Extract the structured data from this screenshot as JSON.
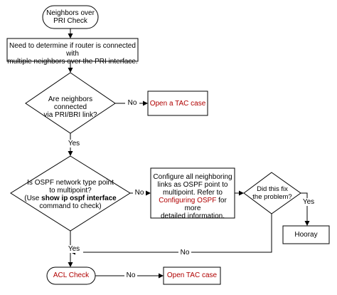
{
  "nodes": {
    "start": "Neighbors over PRI Check",
    "determine_line1": "Need to determine if router is connected with",
    "determine_line2": "multiple neighbors over the PRI interface.",
    "q1_line1": "Are neighbors connected",
    "q1_line2": "via PRI/BRI link?",
    "tac1": "Open a TAC case",
    "q2_line1": "Is OSPF network type  point",
    "q2_line2": "to multipoint?",
    "q2_line3_pre": "(Use ",
    "q2_line3_bold": "show ip ospf interface",
    "q2_line4": "command to check)",
    "config_line1": "Configure all neighboring",
    "config_line2": "links as OSPF point to",
    "config_line3": "multipoint. Refer to",
    "config_link": "Configuring OSPF",
    "config_line4_post": " for more",
    "config_line5": "detailed information.",
    "q3_line1": "Did this fix",
    "q3_line2": "the problem?",
    "hooray": "Hooray",
    "acl": "ACL Check",
    "tac2": "Open TAC case"
  },
  "edges": {
    "no1": "No",
    "yes1": "Yes",
    "no2": "No",
    "yes2": "Yes",
    "no3": "No",
    "yes3": "Yes",
    "no4": "No"
  }
}
